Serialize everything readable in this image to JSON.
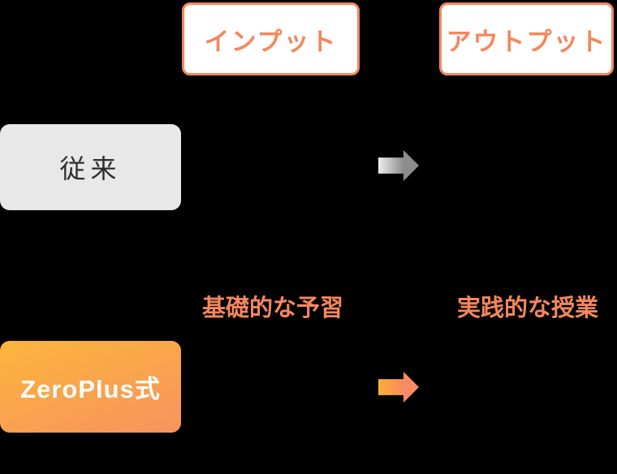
{
  "diagram": {
    "header": {
      "input_label": "インプット",
      "output_label": "アウトプット"
    },
    "rows": {
      "traditional_label": "従来",
      "zeroplus_label": "ZeroPlus式"
    },
    "notes": {
      "input_note": "基礎的な予習",
      "output_note": "実践的な授業"
    },
    "icons": {
      "traditional_arrow": "right-arrow-gray",
      "zeroplus_arrow": "right-arrow-orange"
    },
    "colors": {
      "background": "#000000",
      "accent_orange": "#f4875c",
      "gray_box_bg": "#e8e8e8",
      "gray_box_text": "#2e2e2e",
      "zeroplus_gradient_start": "#fcb53b",
      "zeroplus_gradient_end": "#f7935f",
      "gray_arrow_start": "#efefef",
      "gray_arrow_end": "#8c8c8c",
      "orange_arrow_start": "#fbaf35",
      "orange_arrow_end": "#f88b63"
    }
  }
}
